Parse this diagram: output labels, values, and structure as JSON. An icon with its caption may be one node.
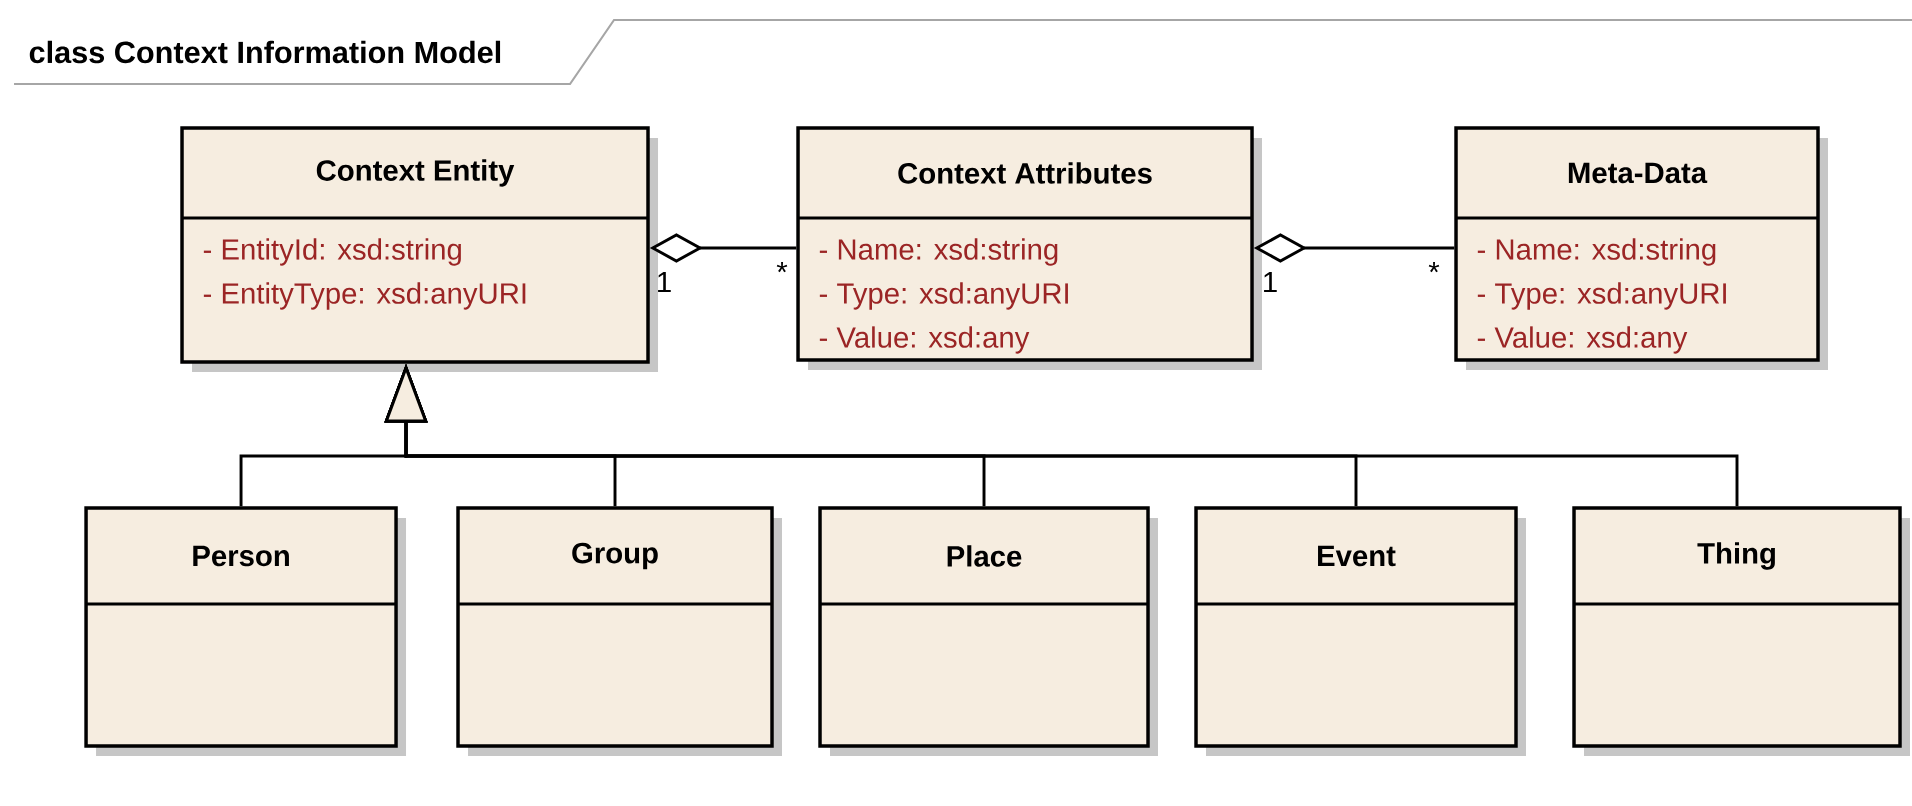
{
  "diagram": {
    "title": "class Context Information Model",
    "nodes": [
      {
        "text": [
          "Context Entity",
          "- EntityId: xsd:string",
          "- EntityType: xsd:anyURI"
        ]
      },
      {
        "text": [
          "Context Attributes",
          "- Name: xsd:string",
          "- Type: xsd:anyURI",
          "- Value: xsd:any"
        ]
      },
      {
        "text": [
          "Meta-Data",
          "- Name: xsd:string",
          "- Type: xsd:anyURI",
          "- Value: xsd:any"
        ]
      },
      {
        "text": [
          "Person"
        ]
      },
      {
        "text": [
          "Group"
        ]
      },
      {
        "text": [
          "Place"
        ]
      },
      {
        "text": [
          "Event"
        ]
      },
      {
        "text": [
          "Thing"
        ]
      }
    ],
    "edges": [
      {
        "from": 0,
        "to": 1,
        "arrow": "other"
      },
      {
        "from": 1,
        "to": 2,
        "arrow": "other"
      },
      {
        "from": 3,
        "to": 0,
        "arrow": "to"
      },
      {
        "from": 4,
        "to": 0,
        "arrow": "to"
      },
      {
        "from": 5,
        "to": 0,
        "arrow": "to"
      },
      {
        "from": 6,
        "to": 0,
        "arrow": "to"
      },
      {
        "from": 7,
        "to": 0,
        "arrow": "to"
      }
    ],
    "labels": [
      "1",
      "*",
      "1",
      "*"
    ]
  }
}
